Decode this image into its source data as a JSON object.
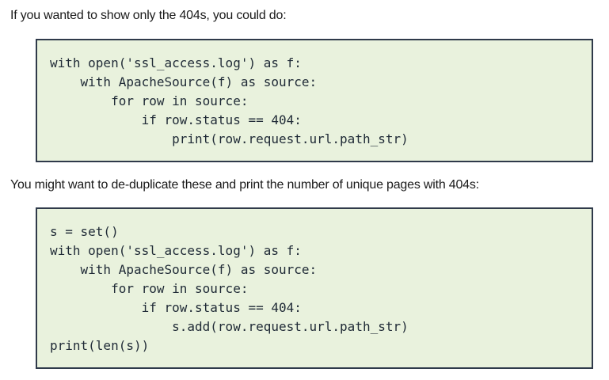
{
  "paragraphs": {
    "intro_404": "If you wanted to show only the 404s, you could do:",
    "dedupe_intro": "You might want to de-duplicate these and print the number of unique pages with 404s:"
  },
  "code_blocks": [
    {
      "lines": [
        "with open('ssl_access.log') as f:",
        "    with ApacheSource(f) as source:",
        "        for row in source:",
        "            if row.status == 404:",
        "                print(row.request.url.path_str)"
      ]
    },
    {
      "lines": [
        "s = set()",
        "with open('ssl_access.log') as f:",
        "    with ApacheSource(f) as source:",
        "        for row in source:",
        "            if row.status == 404:",
        "                s.add(row.request.url.path_str)",
        "print(len(s))"
      ]
    }
  ],
  "colors": {
    "code_background": "#e9f2dd",
    "code_border": "#2f3a4a",
    "text": "#1a1a1a"
  }
}
